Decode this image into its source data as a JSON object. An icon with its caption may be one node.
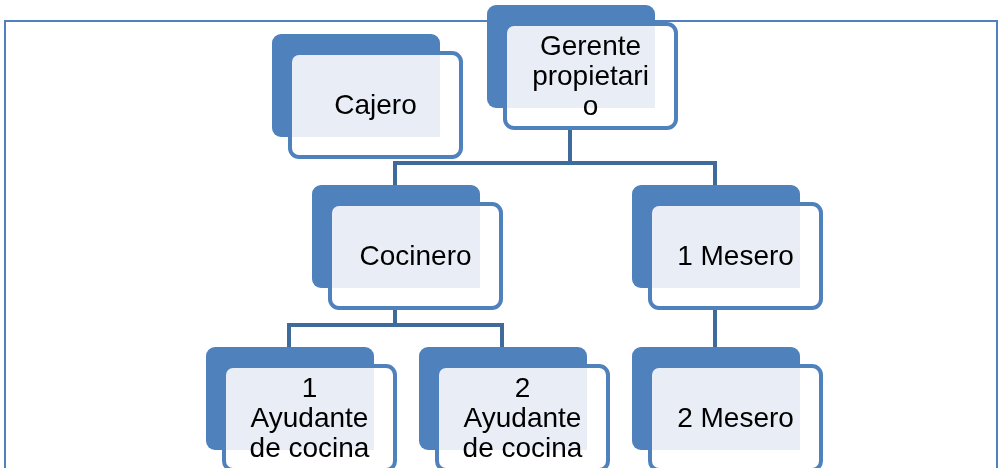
{
  "diagram": {
    "nodes": [
      {
        "text": [
          "Cajero"
        ]
      },
      {
        "text": [
          "Gerente propietario"
        ]
      },
      {
        "text": [
          "Cocinero"
        ]
      },
      {
        "text": [
          "1 Mesero"
        ]
      },
      {
        "text": [
          "1 Ayudante de cocina"
        ]
      },
      {
        "text": [
          "2 Ayudante de cocina"
        ]
      },
      {
        "text": [
          "2 Mesero"
        ]
      }
    ],
    "edges": [
      {
        "from": 1,
        "to": 2,
        "arrow": "none"
      },
      {
        "from": 1,
        "to": 3,
        "arrow": "none"
      },
      {
        "from": 2,
        "to": 4,
        "arrow": "none"
      },
      {
        "from": 2,
        "to": 5,
        "arrow": "none"
      },
      {
        "from": 3,
        "to": 6,
        "arrow": "none"
      }
    ]
  }
}
